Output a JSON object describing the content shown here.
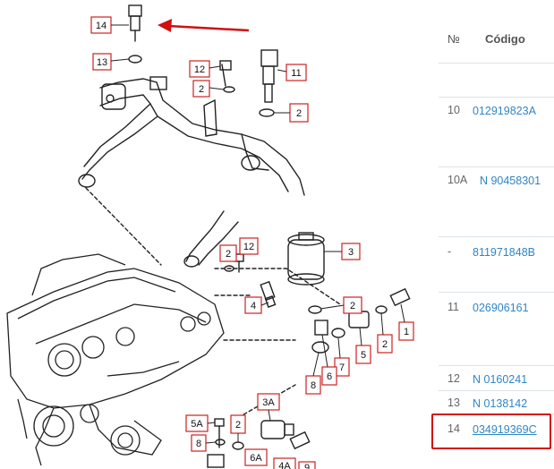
{
  "diagram": {
    "callouts": [
      "14",
      "13",
      "12",
      "2",
      "11",
      "2",
      "3",
      "2",
      "12",
      "4",
      "2",
      "1",
      "5",
      "2",
      "7",
      "6",
      "8",
      "3A",
      "5A",
      "2",
      "8",
      "6A",
      "4A",
      "9"
    ]
  },
  "table": {
    "header_no": "№",
    "header_code": "Código",
    "rows": [
      {
        "no": "10",
        "code": "012919823A"
      },
      {
        "no": "10A",
        "code": "N 90458301"
      },
      {
        "no": "-",
        "code": "811971848B"
      },
      {
        "no": "11",
        "code": "026906161"
      },
      {
        "no": "12",
        "code": "N 0160241"
      },
      {
        "no": "13",
        "code": "N 0138142"
      },
      {
        "no": "14",
        "code": "034919369C"
      }
    ]
  },
  "colors": {
    "link": "#2f86c6",
    "highlight": "#d10f0f",
    "arrow": "#d10f0f",
    "callout": "#cc2222"
  }
}
